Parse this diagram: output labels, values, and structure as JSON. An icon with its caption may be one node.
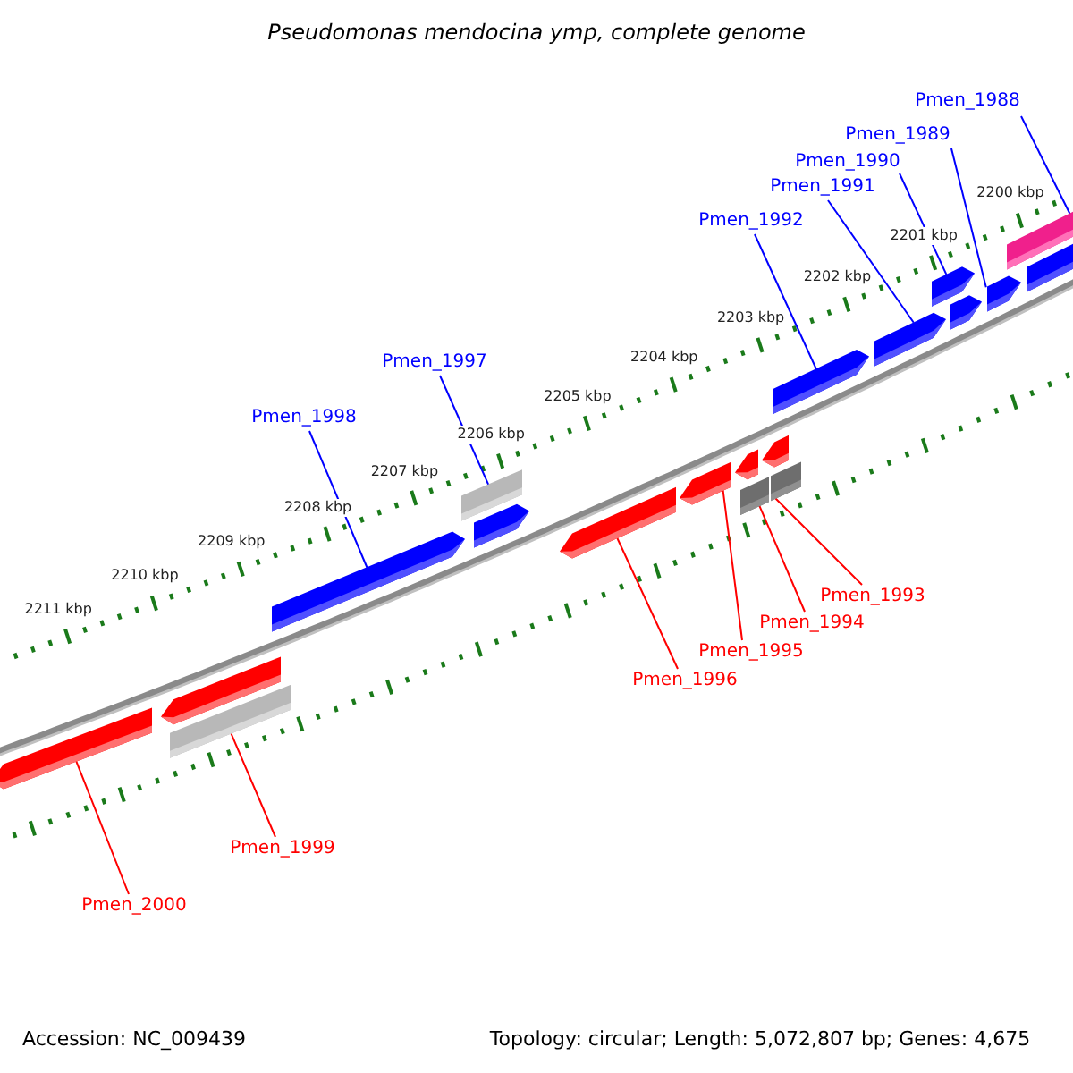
{
  "diagram": {
    "title": "Pseudomonas mendocina ymp, complete genome",
    "nodes": [
      {
        "text": [
          "Pmen_1988"
        ]
      },
      {
        "text": [
          "Pmen_1989"
        ]
      },
      {
        "text": [
          "Pmen_1990"
        ]
      },
      {
        "text": [
          "Pmen_1991"
        ]
      },
      {
        "text": [
          "Pmen_1992"
        ]
      },
      {
        "text": [
          "Pmen_1997"
        ]
      },
      {
        "text": [
          "Pmen_1998"
        ]
      },
      {
        "text": [
          "Pmen_1993"
        ]
      },
      {
        "text": [
          "Pmen_1994"
        ]
      },
      {
        "text": [
          "Pmen_1995"
        ]
      },
      {
        "text": [
          "Pmen_1996"
        ]
      },
      {
        "text": [
          "Pmen_1999"
        ]
      },
      {
        "text": [
          "Pmen_2000"
        ]
      },
      {
        "text": [],
        "shape": "arrow"
      },
      {
        "text": [],
        "shape": "arrow"
      },
      {
        "text": [],
        "shape": "bar"
      },
      {
        "text": [],
        "shape": "arrow"
      },
      {
        "text": [],
        "shape": "bar"
      },
      {
        "text": [],
        "shape": "arrow"
      },
      {
        "text": [],
        "shape": "arrow"
      },
      {
        "text": [],
        "shape": "arrow"
      },
      {
        "text": [],
        "shape": "arrow"
      },
      {
        "text": [],
        "shape": "bar"
      },
      {
        "text": [],
        "shape": "arrow"
      },
      {
        "text": [],
        "shape": "bar"
      },
      {
        "text": [],
        "shape": "arrow"
      },
      {
        "text": [],
        "shape": "arrow"
      },
      {
        "text": [],
        "shape": "arrow"
      },
      {
        "text": [],
        "shape": "arrow"
      },
      {
        "text": [],
        "shape": "arrow"
      },
      {
        "text": [],
        "shape": "bar"
      },
      {
        "text": [],
        "shape": "arrow"
      }
    ],
    "edges": [
      {
        "from": 0,
        "to": 30,
        "arrow": "none"
      },
      {
        "from": 1,
        "to": 29,
        "arrow": "none"
      },
      {
        "from": 2,
        "to": 27,
        "arrow": "none"
      },
      {
        "from": 3,
        "to": 26,
        "arrow": "none"
      },
      {
        "from": 4,
        "to": 25,
        "arrow": "none"
      },
      {
        "from": 5,
        "to": 17,
        "arrow": "none"
      },
      {
        "from": 6,
        "to": 16,
        "arrow": "none"
      },
      {
        "from": 7,
        "to": 24,
        "arrow": "none",
        "color": "#ff0000"
      },
      {
        "from": 8,
        "to": 22,
        "arrow": "none",
        "color": "#ff0000"
      },
      {
        "from": 9,
        "to": 20,
        "arrow": "none",
        "color": "#ff0000"
      },
      {
        "from": 10,
        "to": 19,
        "arrow": "none",
        "color": "#ff0000"
      },
      {
        "from": 11,
        "to": 15,
        "arrow": "none",
        "color": "#ff0000"
      },
      {
        "from": 12,
        "to": 13,
        "arrow": "none",
        "color": "#ff0000"
      }
    ],
    "labels": [
      "2200 kbp",
      "2201 kbp",
      "2202 kbp",
      "2203 kbp",
      "2204 kbp",
      "2205 kbp",
      "2206 kbp",
      "2207 kbp",
      "2208 kbp",
      "2209 kbp",
      "2210 kbp",
      "2211 kbp",
      "Accession: NC_009439",
      "Topology: circular; Length: 5,072,807 bp; Genes: 4,675"
    ]
  }
}
